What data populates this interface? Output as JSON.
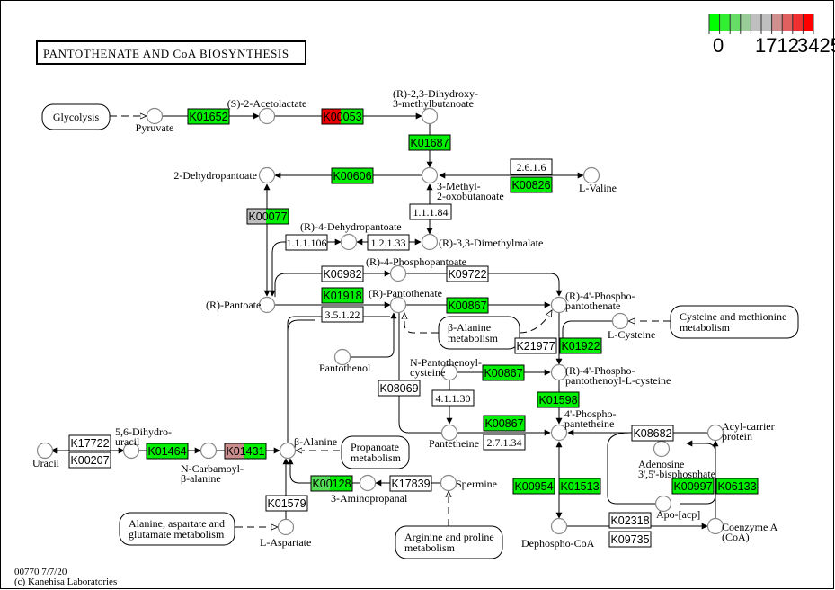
{
  "title": "PANTOTHENATE AND CoA BIOSYNTHESIS",
  "legend": {
    "colors": [
      "#00ff00",
      "#33ee33",
      "#66dd66",
      "#99cc99",
      "#bfbfbf",
      "#bfbfbf",
      "#d09090",
      "#e06060",
      "#f03030",
      "#ff0000"
    ],
    "labels": [
      "0",
      "1712",
      "3425"
    ]
  },
  "footer": {
    "map_id": "00770 7/7/20",
    "copyright": "(c) Kanehisa Laboratories"
  },
  "colors": {
    "green": "#00ee00",
    "red": "#ee0000",
    "gray": "#bfbfbf",
    "pink": "#c88c8c",
    "mid_green": "#55dd55",
    "white": "#ffffff"
  },
  "pathways": [
    {
      "id": "glycolysis",
      "lines": [
        "Glycolysis"
      ]
    },
    {
      "id": "beta-alanine",
      "lines": [
        "β-Alanine",
        "metabolism"
      ]
    },
    {
      "id": "cys-met",
      "lines": [
        "Cysteine and methionine",
        "metabolism"
      ]
    },
    {
      "id": "propanoate",
      "lines": [
        "Propanoate",
        "metabolism"
      ]
    },
    {
      "id": "ala-asp-glu",
      "lines": [
        "Alanine, aspartate and",
        "glutamate metabolism"
      ]
    },
    {
      "id": "arg-pro",
      "lines": [
        "Arginine and proline",
        "metabolism"
      ]
    }
  ],
  "compounds": [
    {
      "id": "pyruvate",
      "lines": [
        "Pyruvate"
      ]
    },
    {
      "id": "acetolactate",
      "lines": [
        "(S)-2-Acetolactate"
      ]
    },
    {
      "id": "dihydroxy",
      "lines": [
        "(R)-2,3-Dihydroxy-",
        "3-methylbutanoate"
      ]
    },
    {
      "id": "dehydropantoate",
      "lines": [
        "2-Dehydropantoate"
      ]
    },
    {
      "id": "methyl-oxo",
      "lines": [
        "3-Methyl-",
        "2-oxobutanoate"
      ]
    },
    {
      "id": "valine",
      "lines": [
        "L-Valine"
      ]
    },
    {
      "id": "r4-dehydro",
      "lines": [
        "(R)-4-Dehydropantoate"
      ]
    },
    {
      "id": "dimethylmalate",
      "lines": [
        "(R)-3,3-Dimethylmalate"
      ]
    },
    {
      "id": "phosphopantoate",
      "lines": [
        "(R)-4-Phosphopantoate"
      ]
    },
    {
      "id": "pantoate",
      "lines": [
        "(R)-Pantoate"
      ]
    },
    {
      "id": "pantothenate",
      "lines": [
        "(R)-Pantothenate"
      ]
    },
    {
      "id": "phosphopantothenate",
      "lines": [
        "(R)-4'-Phospho-",
        "pantothenate"
      ]
    },
    {
      "id": "cysteine",
      "lines": [
        "L-Cysteine"
      ]
    },
    {
      "id": "pantothenol",
      "lines": [
        "Pantothenol"
      ]
    },
    {
      "id": "n-pantothenoylcys",
      "lines": [
        "N-Pantothenoyl-",
        "cysteine"
      ]
    },
    {
      "id": "ppc",
      "lines": [
        "(R)-4'-Phospho-",
        "pantothenoyl-L-cysteine"
      ]
    },
    {
      "id": "phosphopantetheine",
      "lines": [
        "4'-Phospho-",
        "pantetheine"
      ]
    },
    {
      "id": "pantetheine",
      "lines": [
        "Pantetheine"
      ]
    },
    {
      "id": "acp",
      "lines": [
        "Acyl-carrier",
        "protein"
      ]
    },
    {
      "id": "adenosine-bp",
      "lines": [
        "Adenosine",
        "3',5'-bisphosphate"
      ]
    },
    {
      "id": "apo-acp",
      "lines": [
        "Apo-[acp]"
      ]
    },
    {
      "id": "coa",
      "lines": [
        "Coenzyme A",
        "(CoA)"
      ]
    },
    {
      "id": "dephospho-coa",
      "lines": [
        "Dephospho-CoA"
      ]
    },
    {
      "id": "uracil",
      "lines": [
        "Uracil"
      ]
    },
    {
      "id": "dihydrouracil",
      "lines": [
        "5,6-Dihydro-",
        "uracil"
      ]
    },
    {
      "id": "carbamoyl-ala",
      "lines": [
        "N-Carbamoyl-",
        "β-alanine"
      ]
    },
    {
      "id": "beta-alanine-c",
      "lines": [
        "β-Alanine"
      ]
    },
    {
      "id": "aminopropanal",
      "lines": [
        "3-Aminopropanal"
      ]
    },
    {
      "id": "spermine",
      "lines": [
        "Spermine"
      ]
    },
    {
      "id": "aspartate",
      "lines": [
        "L-Aspartate"
      ]
    }
  ],
  "genes": [
    {
      "label": "K01652",
      "fill": "green"
    },
    {
      "label": "K00053",
      "fill": "split-red-green",
      "split": 3
    },
    {
      "label": "K01687",
      "fill": "green"
    },
    {
      "label": "K00606",
      "fill": "green"
    },
    {
      "label": "2.6.1.6",
      "fill": "white"
    },
    {
      "label": "K00826",
      "fill": "green"
    },
    {
      "label": "K00077",
      "fill": "split-gray-green",
      "split": 3
    },
    {
      "label": "1.1.1.84",
      "fill": "white"
    },
    {
      "label": "1.1.1.106",
      "fill": "white"
    },
    {
      "label": "1.2.1.33",
      "fill": "white"
    },
    {
      "label": "K06982",
      "fill": "white"
    },
    {
      "label": "K09722",
      "fill": "white"
    },
    {
      "label": "K01918",
      "fill": "green"
    },
    {
      "label": "3.5.1.22",
      "fill": "white"
    },
    {
      "label": "K00867",
      "fill": "green"
    },
    {
      "label": "K21977",
      "fill": "white"
    },
    {
      "label": "K01922",
      "fill": "green"
    },
    {
      "label": "K00867",
      "fill": "green"
    },
    {
      "label": "K08069",
      "fill": "white"
    },
    {
      "label": "4.1.1.30",
      "fill": "white"
    },
    {
      "label": "K01598",
      "fill": "green"
    },
    {
      "label": "K00867",
      "fill": "green"
    },
    {
      "label": "2.7.1.34",
      "fill": "white"
    },
    {
      "label": "K08682",
      "fill": "white"
    },
    {
      "label": "K17722",
      "fill": "white"
    },
    {
      "label": "K00207",
      "fill": "white"
    },
    {
      "label": "K01464",
      "fill": "green"
    },
    {
      "label": "K01431",
      "fill": "split-pink-green",
      "split": 3
    },
    {
      "label": "K00128",
      "fill": "split-midgreen-green",
      "split": 3
    },
    {
      "label": "K17839",
      "fill": "white"
    },
    {
      "label": "K01579",
      "fill": "white"
    },
    {
      "label": "K00954",
      "fill": "green"
    },
    {
      "label": "K01513",
      "fill": "green"
    },
    {
      "label": "K00997",
      "fill": "green"
    },
    {
      "label": "K06133",
      "fill": "green"
    },
    {
      "label": "K02318",
      "fill": "white"
    },
    {
      "label": "K09735",
      "fill": "white"
    }
  ]
}
